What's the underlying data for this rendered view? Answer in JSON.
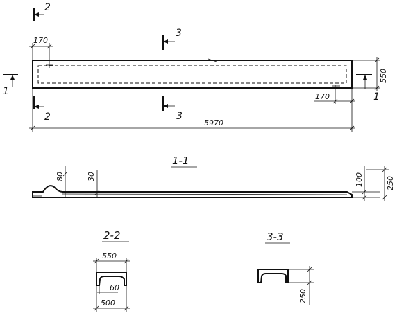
{
  "plan": {
    "length_dim": "5970",
    "width_dim": "550",
    "edge_offset_left": "170",
    "edge_offset_right": "170",
    "cut_mark_1": "1",
    "cut_mark_2": "2",
    "cut_mark_3": "3"
  },
  "section_1_1": {
    "title": "1-1",
    "dim_80": "80",
    "dim_30": "30",
    "dim_100": "100",
    "dim_250": "250"
  },
  "section_2_2": {
    "title": "2-2",
    "dim_top": "550",
    "dim_inner": "60",
    "dim_bottom": "500"
  },
  "section_3_3": {
    "title": "3-3",
    "dim_height": "250"
  }
}
